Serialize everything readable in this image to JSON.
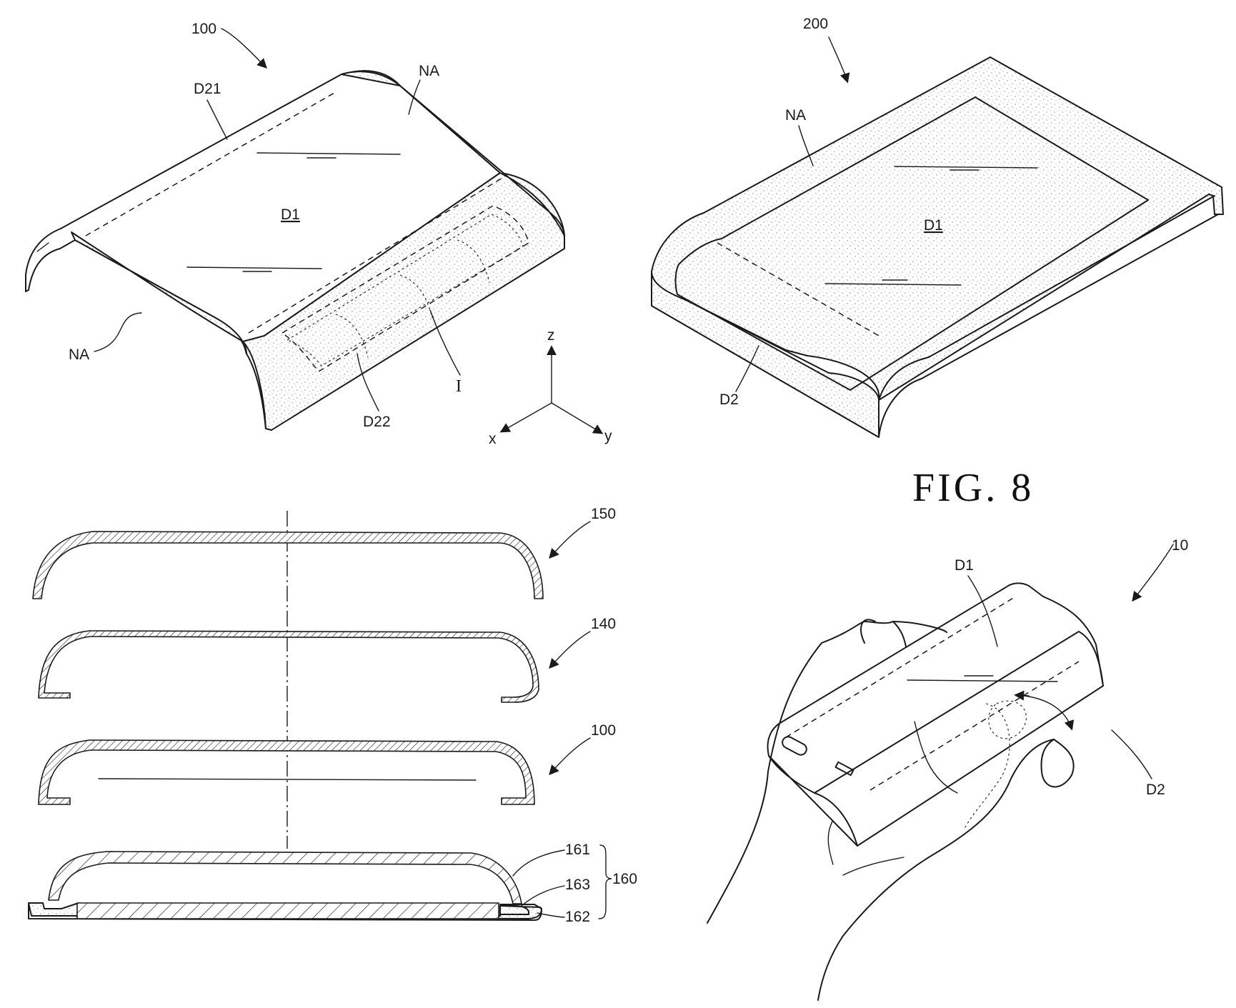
{
  "figure_label": "FIG. 8",
  "perspective_view_100": {
    "ref_number": "100",
    "labels": {
      "first_area": "D1",
      "edge_area_top": "D21",
      "edge_area_front": "D22",
      "non_display_top": "NA",
      "non_display_left": "NA",
      "section_mark": "I"
    }
  },
  "axes": {
    "z": "z",
    "x": "x",
    "y": "y"
  },
  "perspective_view_200": {
    "ref_number": "200",
    "labels": {
      "first_area": "D1",
      "second_area": "D2",
      "non_display": "NA"
    }
  },
  "exploded_section": {
    "layers": [
      {
        "ref": "150"
      },
      {
        "ref": "140"
      },
      {
        "ref": "100"
      }
    ],
    "assembly": {
      "parts": [
        "161",
        "163",
        "162"
      ],
      "group_ref": "160"
    }
  },
  "hand_view": {
    "ref_number": "10",
    "labels": {
      "first_area": "D1",
      "second_area": "D2"
    }
  }
}
